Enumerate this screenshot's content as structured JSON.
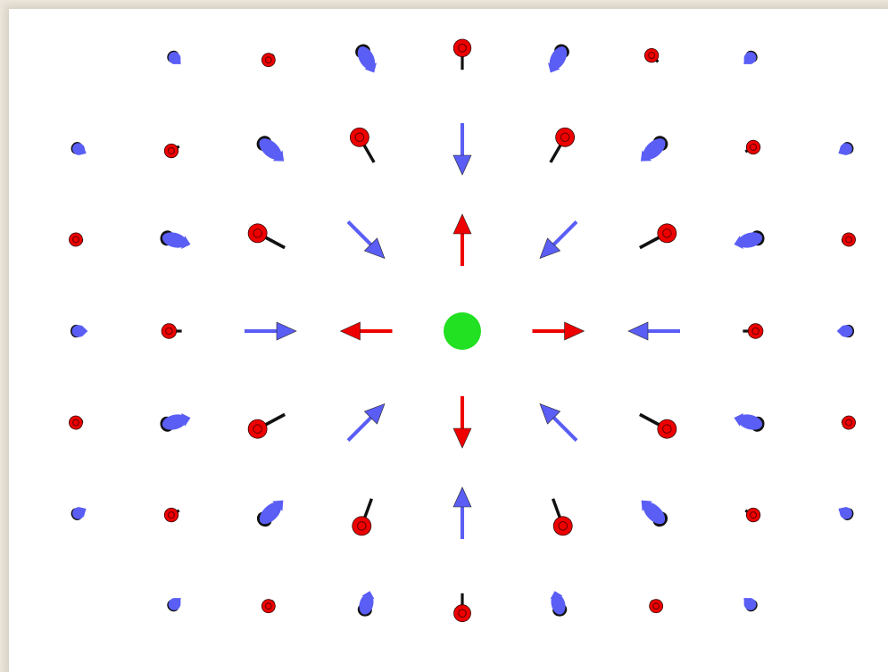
{
  "colors": {
    "background": "#ece6dc",
    "viewport": "#ffffff",
    "red": "#ee0000",
    "blue": "#5a5ef5",
    "dark": "#111111",
    "center": "#22e022"
  },
  "field": {
    "rows": 7,
    "cols": 9,
    "center_cell": [
      3,
      4
    ],
    "center_icon": "green-sphere-icon",
    "vectors": [
      {
        "id": "r0c1",
        "row": 0,
        "col": 1,
        "color": "blue",
        "angle": 45,
        "length": 0.15,
        "tilt": "away"
      },
      {
        "id": "r0c2",
        "row": 0,
        "col": 2,
        "color": "red",
        "angle": 135,
        "length": 0.25,
        "tilt": "toward"
      },
      {
        "id": "r0c3",
        "row": 0,
        "col": 3,
        "color": "blue",
        "angle": 62,
        "length": 0.55,
        "tilt": "away"
      },
      {
        "id": "r0c4",
        "row": 0,
        "col": 4,
        "color": "red",
        "angle": -90,
        "length": 0.65,
        "tilt": "toward"
      },
      {
        "id": "r0c5",
        "row": 0,
        "col": 5,
        "color": "blue",
        "angle": 118,
        "length": 0.55,
        "tilt": "away"
      },
      {
        "id": "r0c6",
        "row": 0,
        "col": 6,
        "color": "red",
        "angle": -135,
        "length": 0.3,
        "tilt": "toward"
      },
      {
        "id": "r0c7",
        "row": 0,
        "col": 7,
        "color": "blue",
        "angle": 135,
        "length": 0.15,
        "tilt": "away"
      },
      {
        "id": "r1c0",
        "row": 1,
        "col": 0,
        "color": "blue",
        "angle": 30,
        "length": 0.15,
        "tilt": "away"
      },
      {
        "id": "r1c1",
        "row": 1,
        "col": 1,
        "color": "red",
        "angle": 150,
        "length": 0.3,
        "tilt": "toward"
      },
      {
        "id": "r1c2",
        "row": 1,
        "col": 2,
        "color": "blue",
        "angle": 42,
        "length": 0.6,
        "tilt": "away"
      },
      {
        "id": "r1c3",
        "row": 1,
        "col": 3,
        "color": "red",
        "angle": -120,
        "length": 0.85,
        "tilt": "toward"
      },
      {
        "id": "r1c4",
        "row": 1,
        "col": 4,
        "color": "blue",
        "angle": 90,
        "length": 1.0,
        "tilt": "flat"
      },
      {
        "id": "r1c5",
        "row": 1,
        "col": 5,
        "color": "red",
        "angle": -60,
        "length": 0.85,
        "tilt": "toward"
      },
      {
        "id": "r1c6",
        "row": 1,
        "col": 6,
        "color": "blue",
        "angle": 138,
        "length": 0.6,
        "tilt": "away"
      },
      {
        "id": "r1c7",
        "row": 1,
        "col": 7,
        "color": "red",
        "angle": -30,
        "length": 0.3,
        "tilt": "toward"
      },
      {
        "id": "r1c8",
        "row": 1,
        "col": 8,
        "color": "blue",
        "angle": 150,
        "length": 0.15,
        "tilt": "away"
      },
      {
        "id": "r2c0",
        "row": 2,
        "col": 0,
        "color": "red",
        "angle": -170,
        "length": 0.25,
        "tilt": "toward"
      },
      {
        "id": "r2c1",
        "row": 2,
        "col": 1,
        "color": "blue",
        "angle": 15,
        "length": 0.55,
        "tilt": "away"
      },
      {
        "id": "r2c2",
        "row": 2,
        "col": 2,
        "color": "red",
        "angle": -152,
        "length": 0.9,
        "tilt": "toward"
      },
      {
        "id": "r2c3",
        "row": 2,
        "col": 3,
        "color": "blue",
        "angle": 45,
        "length": 1.0,
        "tilt": "flat"
      },
      {
        "id": "r2c4",
        "row": 2,
        "col": 4,
        "color": "red",
        "angle": -90,
        "length": 1.0,
        "tilt": "flat"
      },
      {
        "id": "r2c5",
        "row": 2,
        "col": 5,
        "color": "blue",
        "angle": 135,
        "length": 1.0,
        "tilt": "flat"
      },
      {
        "id": "r2c6",
        "row": 2,
        "col": 6,
        "color": "red",
        "angle": -28,
        "length": 0.9,
        "tilt": "toward"
      },
      {
        "id": "r2c7",
        "row": 2,
        "col": 7,
        "color": "blue",
        "angle": 165,
        "length": 0.55,
        "tilt": "away"
      },
      {
        "id": "r2c8",
        "row": 2,
        "col": 8,
        "color": "red",
        "angle": -10,
        "length": 0.25,
        "tilt": "toward"
      },
      {
        "id": "r3c0",
        "row": 3,
        "col": 0,
        "color": "blue",
        "angle": 0,
        "length": 0.25,
        "tilt": "away"
      },
      {
        "id": "r3c1",
        "row": 3,
        "col": 1,
        "color": "red",
        "angle": 180,
        "length": 0.4,
        "tilt": "toward"
      },
      {
        "id": "r3c2",
        "row": 3,
        "col": 2,
        "color": "blue",
        "angle": 0,
        "length": 1.0,
        "tilt": "flat"
      },
      {
        "id": "r3c3",
        "row": 3,
        "col": 3,
        "color": "red",
        "angle": 180,
        "length": 1.0,
        "tilt": "flat"
      },
      {
        "id": "r3c5",
        "row": 3,
        "col": 5,
        "color": "red",
        "angle": 0,
        "length": 1.0,
        "tilt": "flat"
      },
      {
        "id": "r3c6",
        "row": 3,
        "col": 6,
        "color": "blue",
        "angle": 180,
        "length": 1.0,
        "tilt": "flat"
      },
      {
        "id": "r3c7",
        "row": 3,
        "col": 7,
        "color": "red",
        "angle": 0,
        "length": 0.4,
        "tilt": "toward"
      },
      {
        "id": "r3c8",
        "row": 3,
        "col": 8,
        "color": "blue",
        "angle": 180,
        "length": 0.25,
        "tilt": "away"
      },
      {
        "id": "r4c0",
        "row": 4,
        "col": 0,
        "color": "red",
        "angle": 170,
        "length": 0.25,
        "tilt": "toward"
      },
      {
        "id": "r4c1",
        "row": 4,
        "col": 1,
        "color": "blue",
        "angle": -15,
        "length": 0.55,
        "tilt": "away"
      },
      {
        "id": "r4c2",
        "row": 4,
        "col": 2,
        "color": "red",
        "angle": 152,
        "length": 0.9,
        "tilt": "toward"
      },
      {
        "id": "r4c3",
        "row": 4,
        "col": 3,
        "color": "blue",
        "angle": -45,
        "length": 1.0,
        "tilt": "flat"
      },
      {
        "id": "r4c4",
        "row": 4,
        "col": 4,
        "color": "red",
        "angle": 90,
        "length": 1.0,
        "tilt": "flat"
      },
      {
        "id": "r4c5",
        "row": 4,
        "col": 5,
        "color": "blue",
        "angle": -135,
        "length": 1.0,
        "tilt": "flat"
      },
      {
        "id": "r4c6",
        "row": 4,
        "col": 6,
        "color": "red",
        "angle": 28,
        "length": 0.9,
        "tilt": "toward"
      },
      {
        "id": "r4c7",
        "row": 4,
        "col": 7,
        "color": "blue",
        "angle": -165,
        "length": 0.55,
        "tilt": "away"
      },
      {
        "id": "r4c8",
        "row": 4,
        "col": 8,
        "color": "red",
        "angle": 10,
        "length": 0.25,
        "tilt": "toward"
      },
      {
        "id": "r5c0",
        "row": 5,
        "col": 0,
        "color": "blue",
        "angle": -30,
        "length": 0.15,
        "tilt": "away"
      },
      {
        "id": "r5c1",
        "row": 5,
        "col": 1,
        "color": "red",
        "angle": 150,
        "length": 0.3,
        "tilt": "toward"
      },
      {
        "id": "r5c2",
        "row": 5,
        "col": 2,
        "color": "blue",
        "angle": -45,
        "length": 0.6,
        "tilt": "away"
      },
      {
        "id": "r5c3",
        "row": 5,
        "col": 3,
        "color": "red",
        "angle": 110,
        "length": 0.85,
        "tilt": "toward"
      },
      {
        "id": "r5c4",
        "row": 5,
        "col": 4,
        "color": "blue",
        "angle": -90,
        "length": 1.0,
        "tilt": "flat"
      },
      {
        "id": "r5c5",
        "row": 5,
        "col": 5,
        "color": "red",
        "angle": 70,
        "length": 0.85,
        "tilt": "toward"
      },
      {
        "id": "r5c6",
        "row": 5,
        "col": 6,
        "color": "blue",
        "angle": -135,
        "length": 0.6,
        "tilt": "away"
      },
      {
        "id": "r5c7",
        "row": 5,
        "col": 7,
        "color": "red",
        "angle": 30,
        "length": 0.3,
        "tilt": "toward"
      },
      {
        "id": "r5c8",
        "row": 5,
        "col": 8,
        "color": "blue",
        "angle": -150,
        "length": 0.15,
        "tilt": "away"
      },
      {
        "id": "r6c1",
        "row": 6,
        "col": 1,
        "color": "blue",
        "angle": -45,
        "length": 0.15,
        "tilt": "away"
      },
      {
        "id": "r6c2",
        "row": 6,
        "col": 2,
        "color": "red",
        "angle": 135,
        "length": 0.25,
        "tilt": "toward"
      },
      {
        "id": "r6c3",
        "row": 6,
        "col": 3,
        "color": "blue",
        "angle": -75,
        "length": 0.45,
        "tilt": "away"
      },
      {
        "id": "r6c4",
        "row": 6,
        "col": 4,
        "color": "red",
        "angle": 90,
        "length": 0.6,
        "tilt": "toward"
      },
      {
        "id": "r6c5",
        "row": 6,
        "col": 5,
        "color": "blue",
        "angle": -105,
        "length": 0.45,
        "tilt": "away"
      },
      {
        "id": "r6c6",
        "row": 6,
        "col": 6,
        "color": "red",
        "angle": 45,
        "length": 0.25,
        "tilt": "toward"
      },
      {
        "id": "r6c7",
        "row": 6,
        "col": 7,
        "color": "blue",
        "angle": -135,
        "length": 0.15,
        "tilt": "away"
      }
    ]
  }
}
